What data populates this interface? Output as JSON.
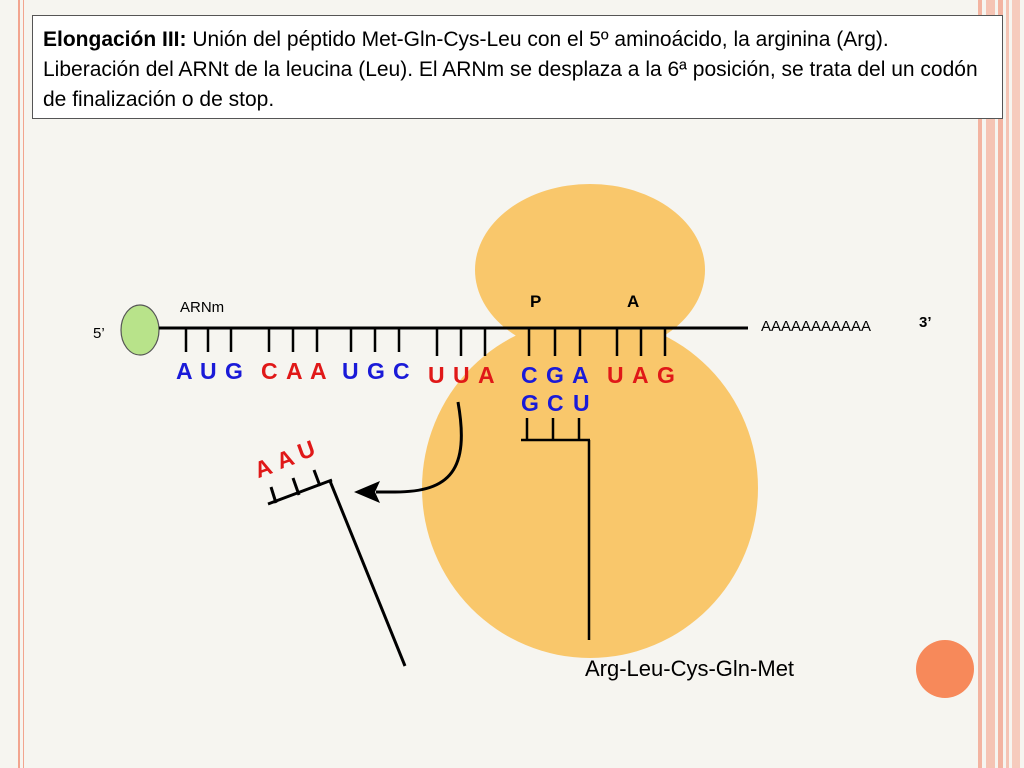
{
  "caption": {
    "heading": "Elongación III:",
    "text": "Unión del péptido Met-Gln-Cys-Leu con el 5º aminoácido, la arginina (Arg). Liberación del ARNt de la leucina (Leu). El ARNm se desplaza a la 6ª posición, se trata del un codón de finalización o de stop."
  },
  "labels": {
    "five_prime": "5’",
    "three_prime": "3’",
    "mrna": "ARNm",
    "poly_a": "AAAAAAAAAAA",
    "site_p": "P",
    "site_a": "A",
    "peptide": "Arg-Leu-Cys-Gln-Met"
  },
  "codons": [
    {
      "bases": [
        "A",
        "U",
        "G"
      ],
      "color": "blue-red-red"
    },
    {
      "bases": [
        "C",
        "A",
        "A"
      ],
      "color": "red"
    },
    {
      "bases": [
        "U",
        "G",
        "C"
      ],
      "color": "blue"
    },
    {
      "bases": [
        "U",
        "U",
        "A"
      ],
      "color": "red"
    },
    {
      "bases": [
        "C",
        "G",
        "A"
      ],
      "color": "blue"
    },
    {
      "bases": [
        "U",
        "A",
        "G"
      ],
      "color": "red"
    }
  ],
  "trna_arg_anticodon": [
    "G",
    "C",
    "U"
  ],
  "trna_leu_anticodon": [
    "A",
    "A",
    "U"
  ],
  "colors": {
    "red": "#e01818",
    "blue": "#1a1ad8",
    "ribosome": "#f9c76b",
    "cap": "#b8e38a",
    "accent": "#f7895a"
  }
}
